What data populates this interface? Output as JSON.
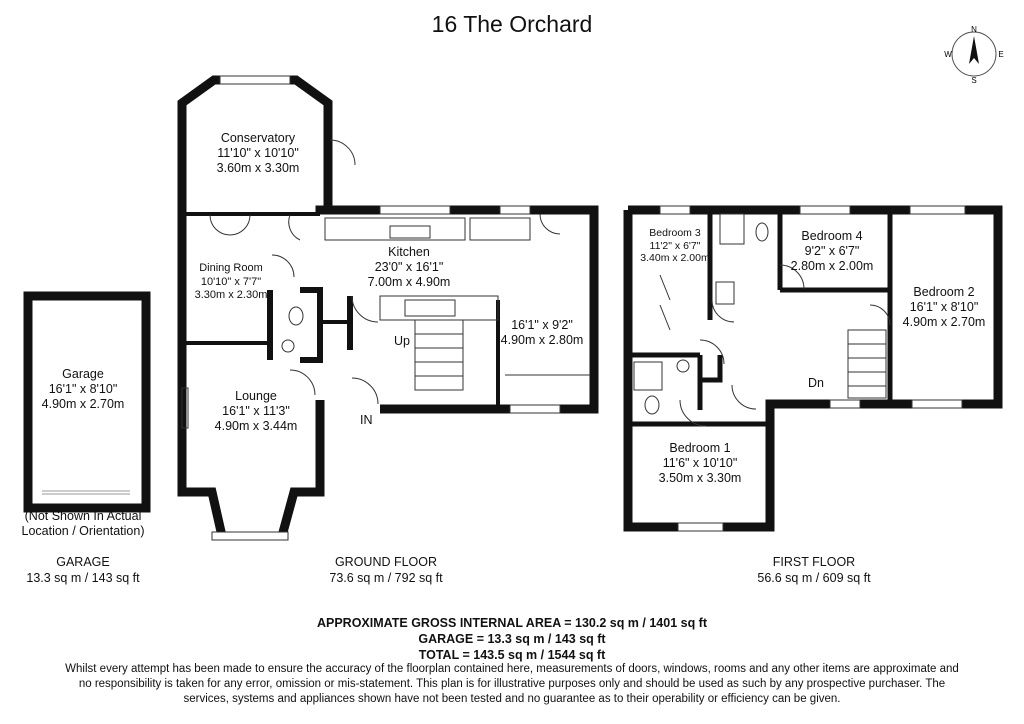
{
  "title": "16 The Orchard",
  "compass": {
    "n": "N",
    "e": "E",
    "s": "S",
    "w": "W"
  },
  "rooms": {
    "conservatory": {
      "name": "Conservatory",
      "imperial": "11'10\" x 10'10\"",
      "metric": "3.60m x 3.30m"
    },
    "dining": {
      "name": "Dining Room",
      "imperial": "10'10\" x 7'7\"",
      "metric": "3.30m x 2.30m"
    },
    "kitchen": {
      "name": "Kitchen",
      "imperial": "23'0\" x 16'1\"",
      "metric": "7.00m x 4.90m"
    },
    "kitchen_ext": {
      "imperial": "16'1\" x 9'2\"",
      "metric": "4.90m x 2.80m"
    },
    "lounge": {
      "name": "Lounge",
      "imperial": "16'1\" x 11'3\"",
      "metric": "4.90m x 3.44m"
    },
    "garage": {
      "name": "Garage",
      "imperial": "16'1\" x 8'10\"",
      "metric": "4.90m x 2.70m"
    },
    "bed1": {
      "name": "Bedroom 1",
      "imperial": "11'6\" x 10'10\"",
      "metric": "3.50m x 3.30m"
    },
    "bed2": {
      "name": "Bedroom 2",
      "imperial": "16'1\" x 8'10\"",
      "metric": "4.90m x 2.70m"
    },
    "bed3": {
      "name": "Bedroom 3",
      "imperial": "11'2\" x 6'7\"",
      "metric": "3.40m x 2.00m"
    },
    "bed4": {
      "name": "Bedroom 4",
      "imperial": "9'2\" x 6'7\"",
      "metric": "2.80m x 2.00m"
    }
  },
  "labels": {
    "up": "Up",
    "dn": "Dn",
    "in": "IN"
  },
  "garage_note": [
    "(Not Shown In Actual",
    "Location / Orientation)"
  ],
  "sections": {
    "garage": {
      "name": "GARAGE",
      "area": "13.3 sq m / 143 sq ft"
    },
    "ground": {
      "name": "GROUND FLOOR",
      "area": "73.6 sq m / 792 sq ft"
    },
    "first": {
      "name": "FIRST FLOOR",
      "area": "56.6 sq m / 609 sq ft"
    }
  },
  "summary": {
    "gross": "APPROXIMATE GROSS INTERNAL AREA = 130.2 sq m / 1401 sq ft",
    "garage": "GARAGE = 13.3 sq m / 143 sq ft",
    "total": "TOTAL = 143.5 sq m / 1544 sq ft"
  },
  "disclaimer": "Whilst every attempt has been made to ensure the accuracy of the floorplan contained here, measurements of doors, windows, rooms and any other items are approximate and no responsibility is taken for any error, omission or mis-statement. This plan is for illustrative purposes only and should be used as such by any prospective purchaser. The services, systems and appliances shown have not been tested and no guarantee as to their operability or efficiency can be given."
}
